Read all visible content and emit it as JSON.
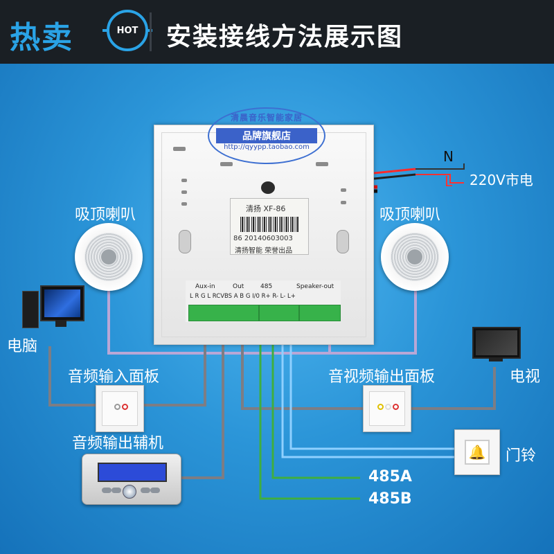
{
  "header": {
    "logo_text": "热卖",
    "logo_badge": "HOT",
    "title": "安装接线方法展示图"
  },
  "watermark": {
    "line1": "清晨音乐智能家居",
    "line2": "品牌旗舰店",
    "url": "http://qyypp.taobao.com"
  },
  "panel": {
    "sticker_brand": "清扬 XF-86",
    "sticker_code": "86 20140603003",
    "sticker_maker": "清扬智能 荣誉出品"
  },
  "terminals": {
    "aux_in": "Aux-in",
    "out": "Out",
    "rs485": "485",
    "speaker_out": "Speaker-out",
    "pins": "L  R  G  L RCVBS A  B  G  I/0  R+ R-  L-  L+"
  },
  "labels": {
    "neutral": "N",
    "live": "L",
    "power": "220V市电",
    "speaker_left": "吸顶喇叭",
    "speaker_right": "吸顶喇叭",
    "computer": "电脑",
    "audio_in_panel": "音频输入面板",
    "av_out_panel": "音视频输出面板",
    "tv": "电视",
    "aux_amp": "音频输出辅机",
    "doorbell": "门铃",
    "bus_a": "485A",
    "bus_b": "485B"
  },
  "colors": {
    "background": "#2b95d8",
    "header": "#1a1f24",
    "accent": "#2aa3e6",
    "wire_gray": "#7d7d84",
    "wire_purple": "#b9a7d6",
    "wire_green": "#3fae3f",
    "wire_lightblue": "#8fd0ff",
    "terminal_green": "#37b24a"
  },
  "icons": [
    "computer-icon",
    "speaker-icon",
    "tv-icon",
    "doorbell-icon",
    "wall-plate-icon",
    "amplifier-icon"
  ]
}
